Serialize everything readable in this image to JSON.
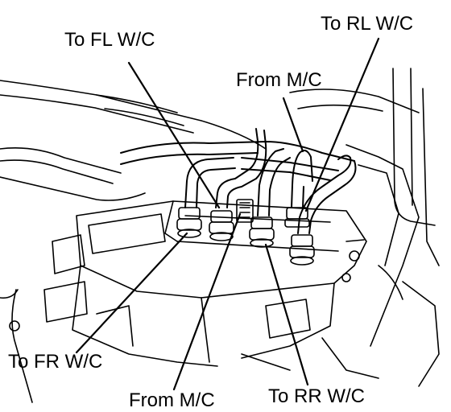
{
  "labels": {
    "to_fl": "To FL W/C",
    "to_rl": "To RL W/C",
    "from_mc_top": "From M/C",
    "to_fr": "To FR W/C",
    "from_mc_bottom": "From M/C",
    "to_rr": "To RR W/C"
  },
  "colors": {
    "ink": "#000000",
    "paper": "#ffffff"
  }
}
